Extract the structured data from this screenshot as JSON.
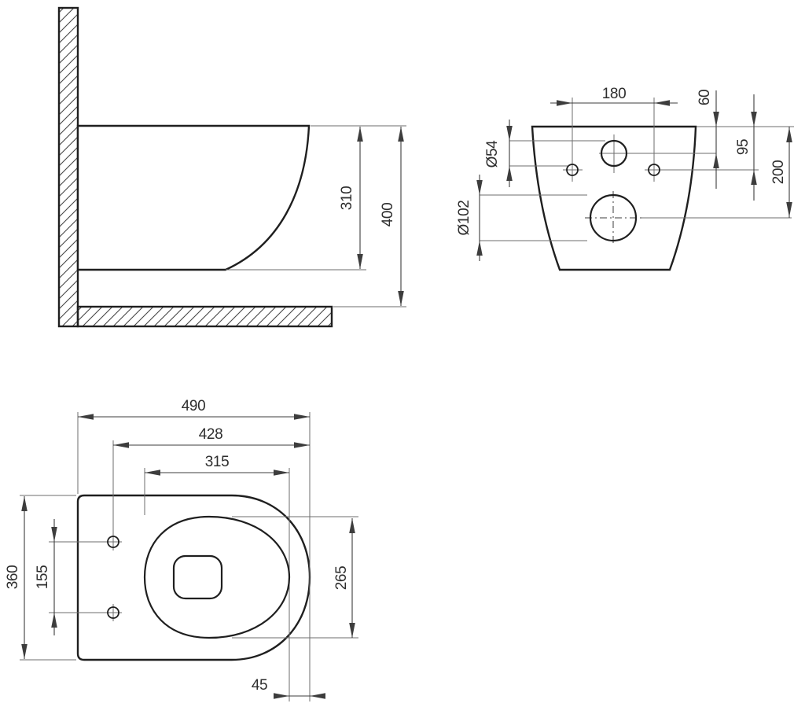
{
  "canvas": {
    "background": "#ffffff",
    "outline": "#1f1f1f",
    "dim": "#3d3d3d",
    "ext": "#6e6e6e",
    "text": "#2e2e2e"
  },
  "views": {
    "side": {
      "dims": {
        "bowl_height": "310",
        "total_height": "400"
      }
    },
    "rear": {
      "dims": {
        "mount_hole_spacing": "180",
        "inlet_top_offset": "60",
        "inlet_diameter": "Ø54",
        "mount_top_offset": "95",
        "outlet_top_offset": "200",
        "outlet_diameter": "Ø102"
      }
    },
    "plan": {
      "dims": {
        "total_length": "490",
        "mount_to_front": "428",
        "bowl_length": "315",
        "total_width": "360",
        "mount_hole_spacing": "155",
        "bowl_width": "265",
        "bowl_front_gap": "45"
      }
    }
  }
}
